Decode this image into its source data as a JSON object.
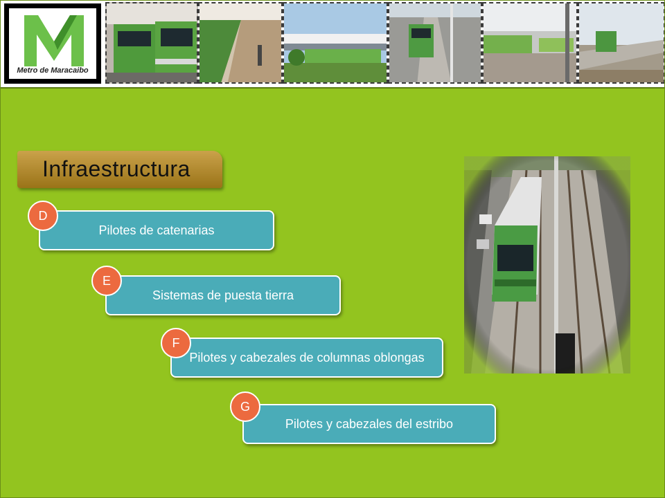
{
  "logo": {
    "text": "Metro de Maracaibo"
  },
  "title": "Infraestructura",
  "items": [
    {
      "badge": "D",
      "label": "Pilotes de catenarias"
    },
    {
      "badge": "E",
      "label": "Sistemas de puesta tierra"
    },
    {
      "badge": "F",
      "label": "Pilotes y cabezales de columnas oblongas"
    },
    {
      "badge": "G",
      "label": "Pilotes y cabezales del estribo"
    }
  ],
  "colors": {
    "background": "#93c41f",
    "item": "#4aacb8",
    "badge": "#ec6a3f",
    "title_tab": "#b08a2c",
    "logo_green": "#6cc04a"
  }
}
